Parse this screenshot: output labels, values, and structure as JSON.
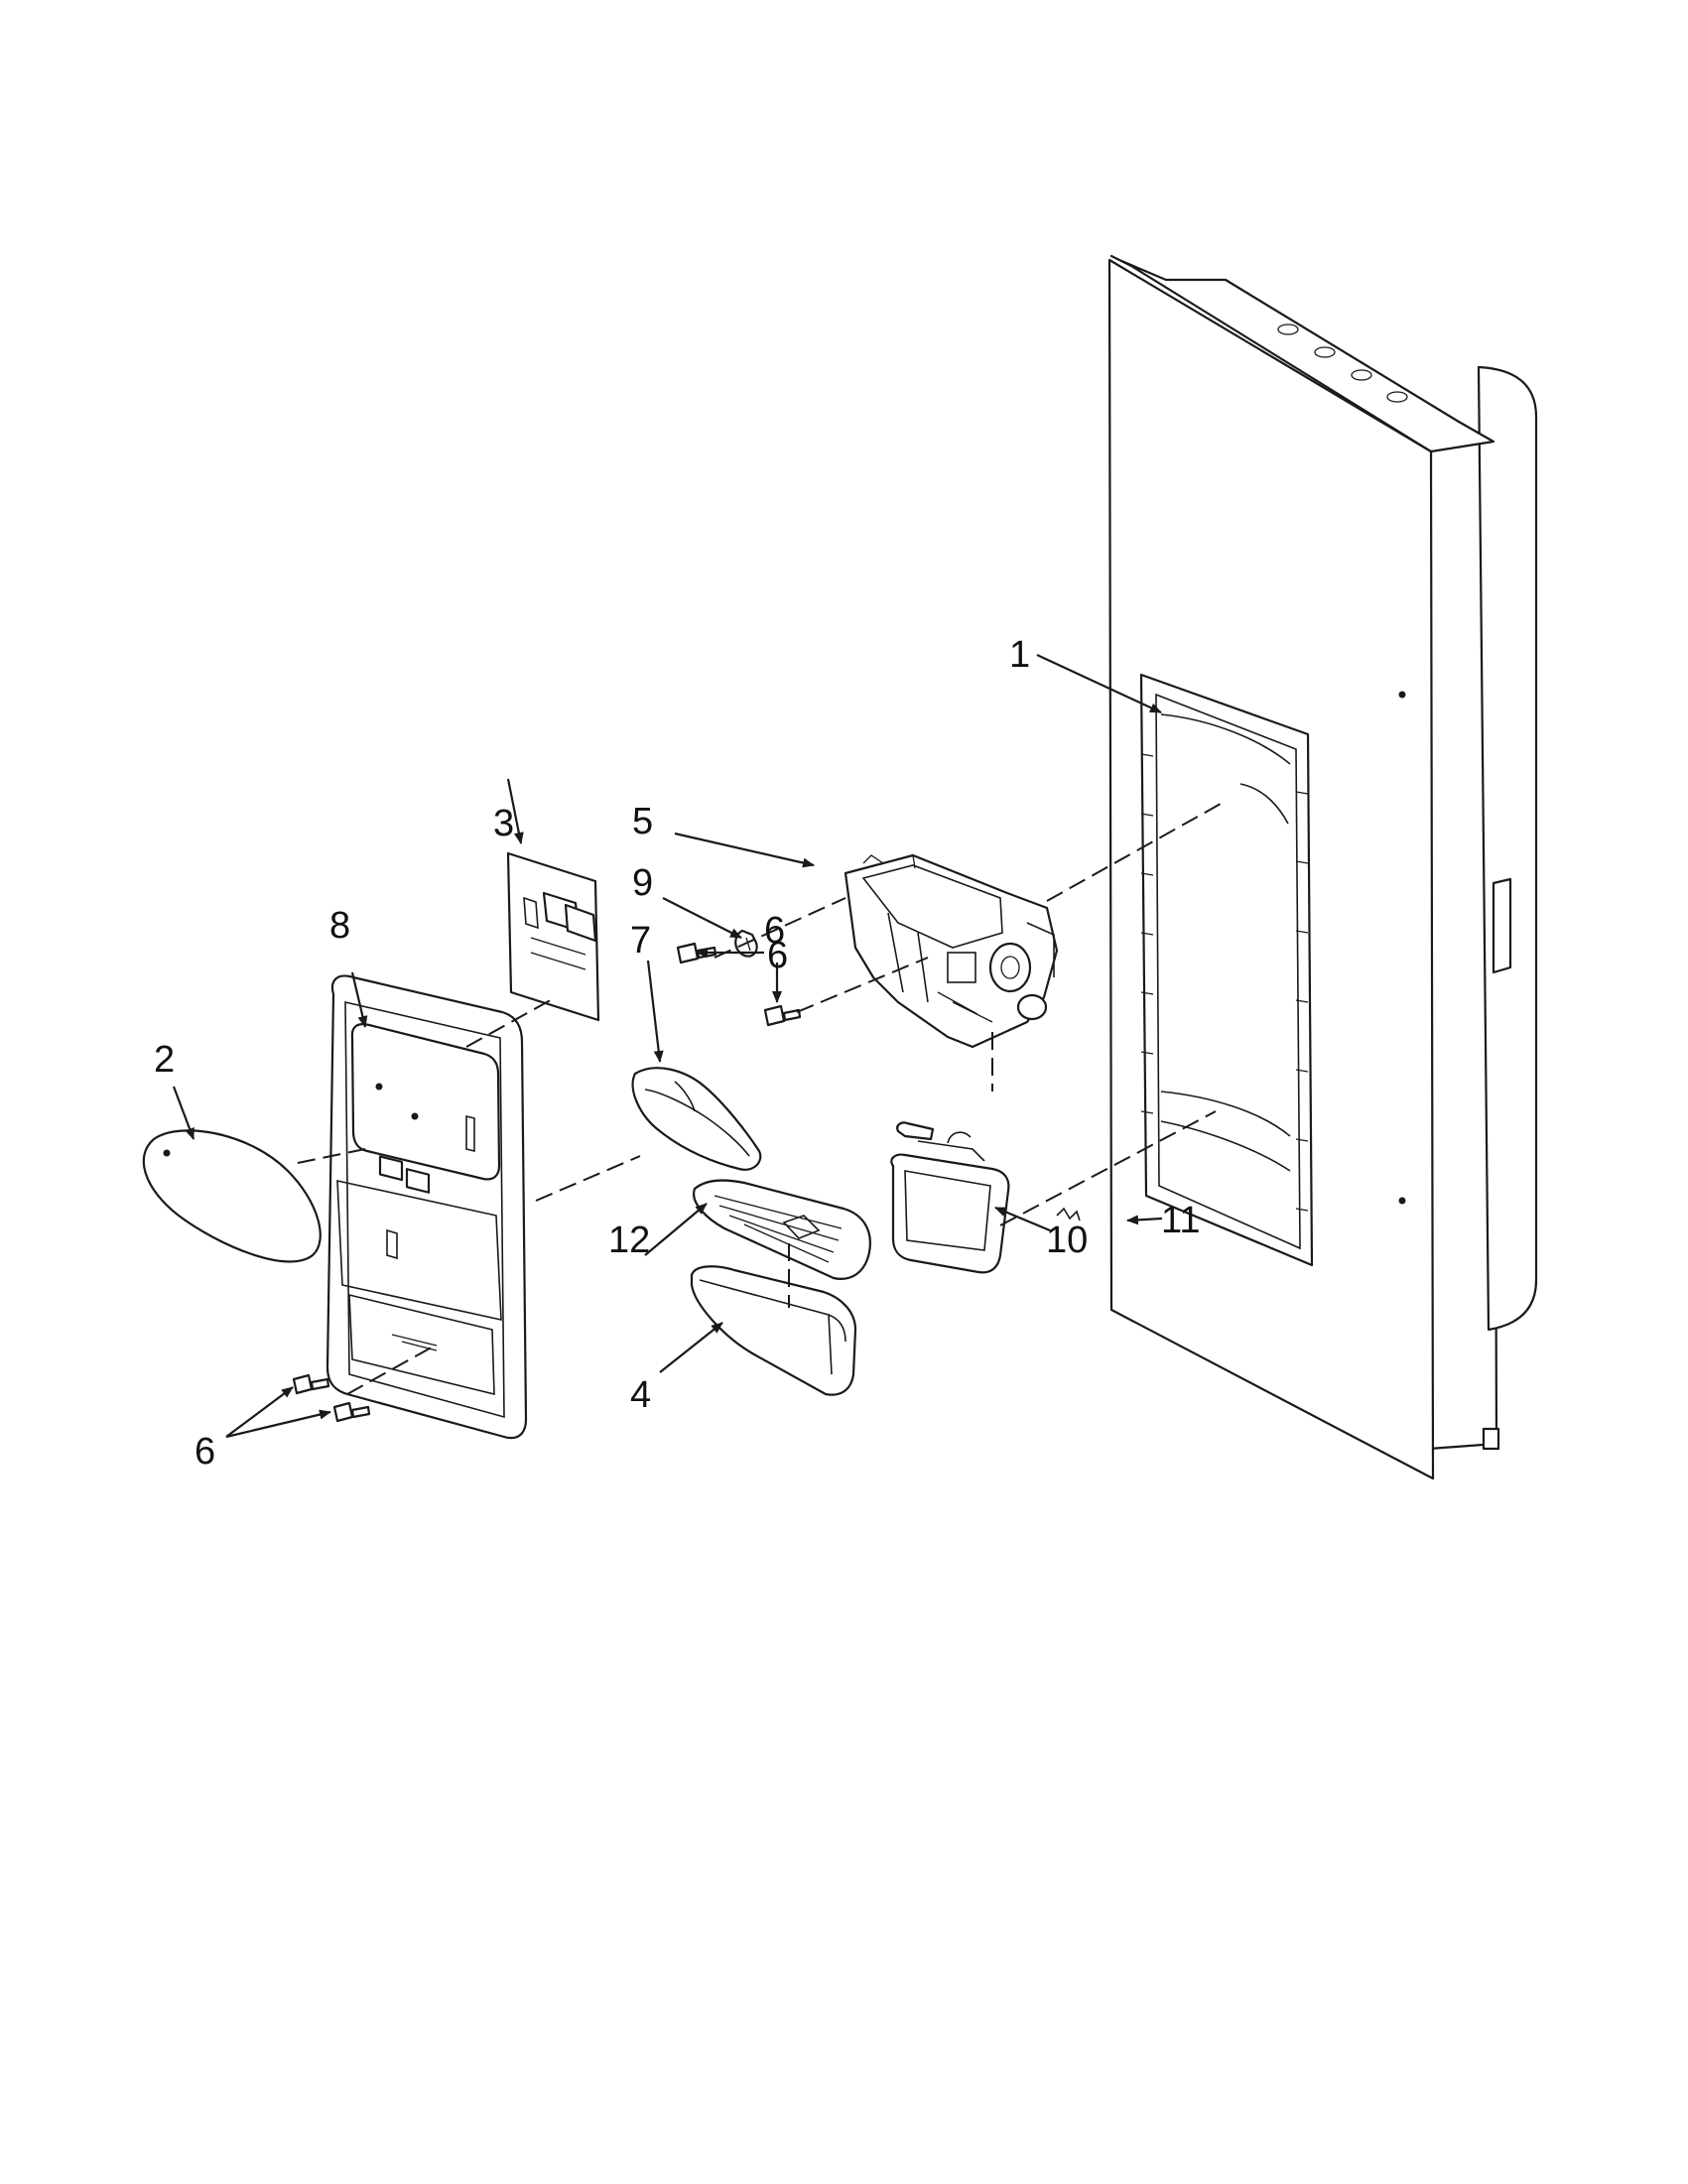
{
  "callouts": {
    "c1": "1",
    "c2": "2",
    "c3": "3",
    "c4": "4",
    "c5": "5",
    "c6a": "6",
    "c6b": "6",
    "c6c": "6",
    "c7": "7",
    "c8": "8",
    "c9": "9",
    "c10": "10",
    "c11": "11",
    "c12": "12"
  },
  "colors": {
    "line": "#1a1a1a",
    "background": "#ffffff"
  }
}
